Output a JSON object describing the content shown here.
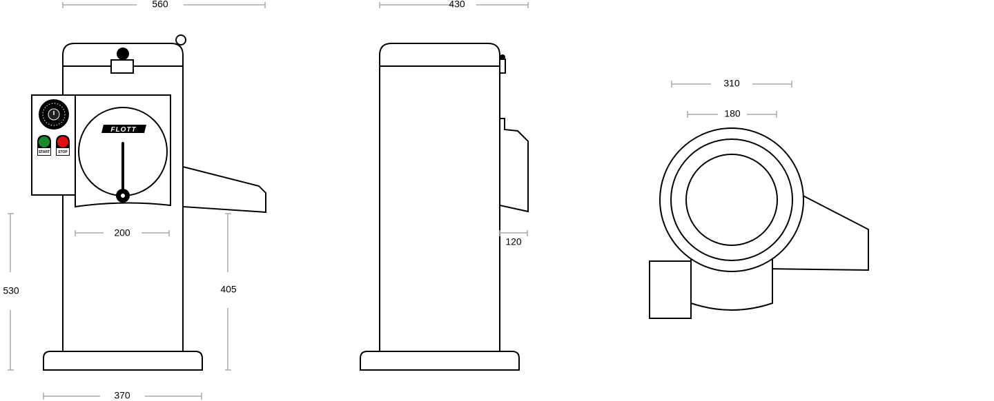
{
  "dimensions": {
    "front_width": "560",
    "front_base_width": "370",
    "front_panel_width": "200",
    "front_height": "530",
    "front_chute_height": "405",
    "side_depth": "430",
    "side_chute_depth": "120",
    "top_outer_diameter": "310",
    "top_inner_diameter": "180"
  },
  "controls": {
    "start_label": "START",
    "stop_label": "STOP"
  },
  "brand": "FLOTT",
  "colors": {
    "start": "#1a8a2a",
    "stop": "#e01010",
    "dimension_line": "#aaaaaa"
  }
}
